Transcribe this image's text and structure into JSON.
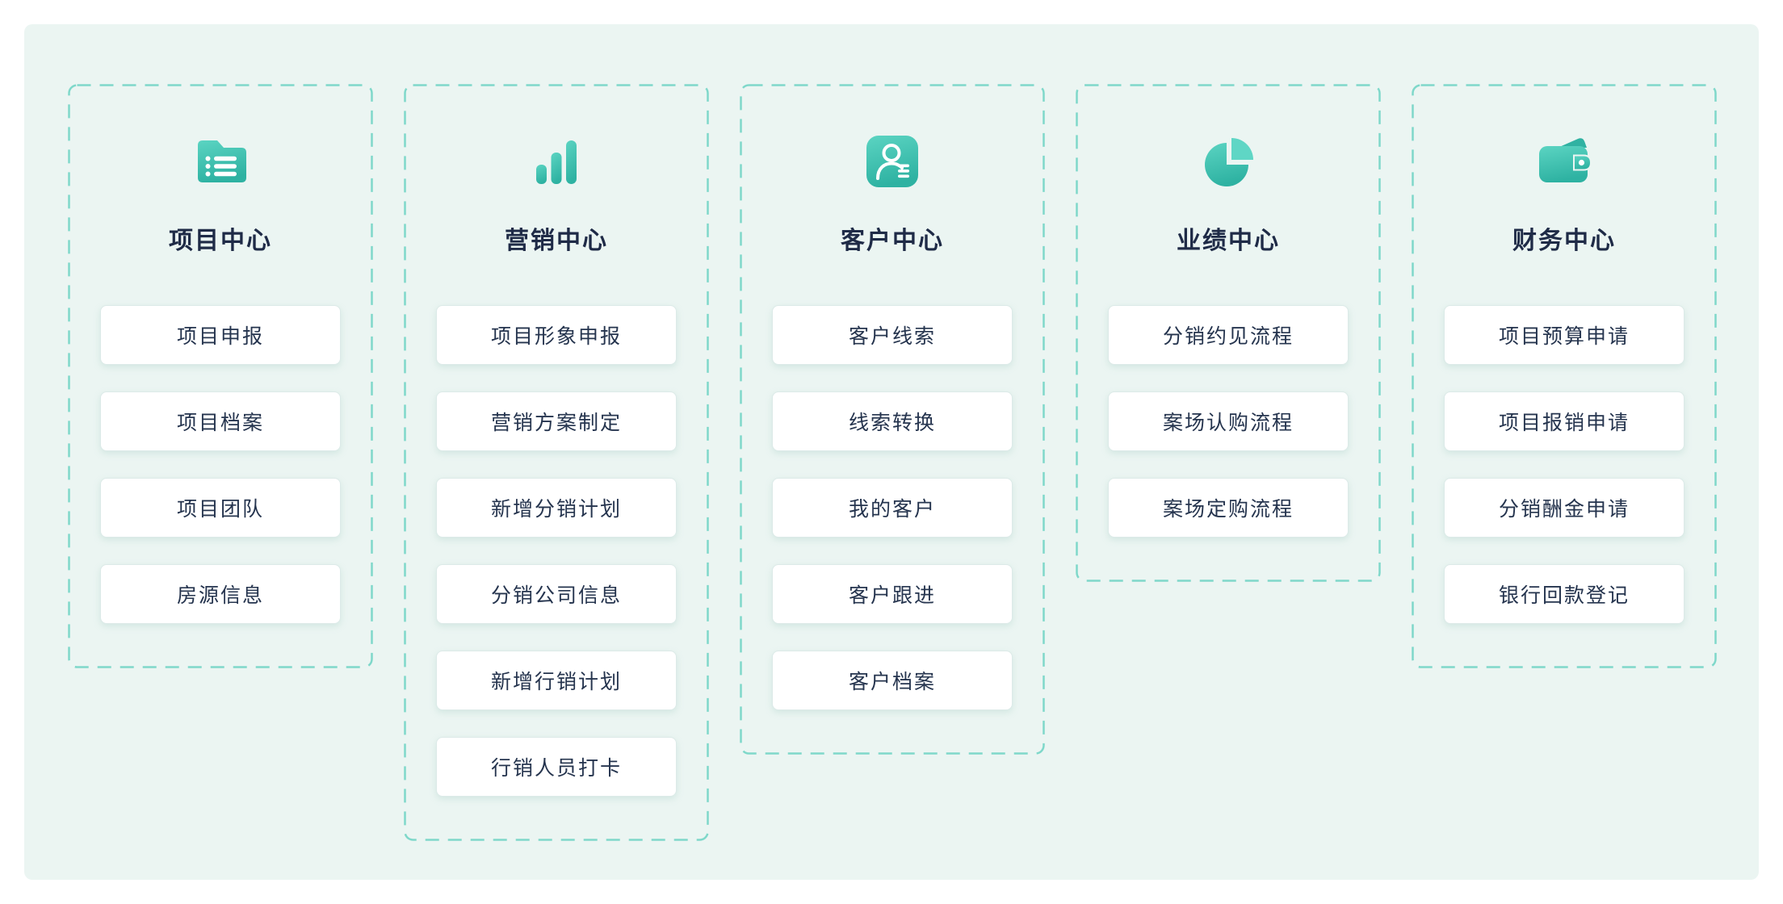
{
  "page": {
    "background": "#FFFFFF",
    "panel_background": "#EBF5F2",
    "dashed_border_color": "#7FD8CA",
    "title_color": "#1F2B47",
    "button_text_color": "#25344E",
    "icon_gradient_top": "#5BD4C2",
    "icon_gradient_bottom": "#2EB2A2"
  },
  "columns": [
    {
      "id": "project-center",
      "icon": "folder-list-icon",
      "title": "项目中心",
      "items": [
        "项目申报",
        "项目档案",
        "项目团队",
        "房源信息"
      ]
    },
    {
      "id": "marketing-center",
      "icon": "bar-chart-icon",
      "title": "营销中心",
      "items": [
        "项目形象申报",
        "营销方案制定",
        "新增分销计划",
        "分销公司信息",
        "新增行销计划",
        "行销人员打卡"
      ]
    },
    {
      "id": "customer-center",
      "icon": "user-profile-icon",
      "title": "客户中心",
      "items": [
        "客户线索",
        "线索转换",
        "我的客户",
        "客户跟进",
        "客户档案"
      ]
    },
    {
      "id": "performance-center",
      "icon": "pie-chart-icon",
      "title": "业绩中心",
      "items": [
        "分销约见流程",
        "案场认购流程",
        "案场定购流程"
      ]
    },
    {
      "id": "finance-center",
      "icon": "wallet-icon",
      "title": "财务中心",
      "items": [
        "项目预算申请",
        "项目报销申请",
        "分销酬金申请",
        "银行回款登记"
      ]
    }
  ]
}
